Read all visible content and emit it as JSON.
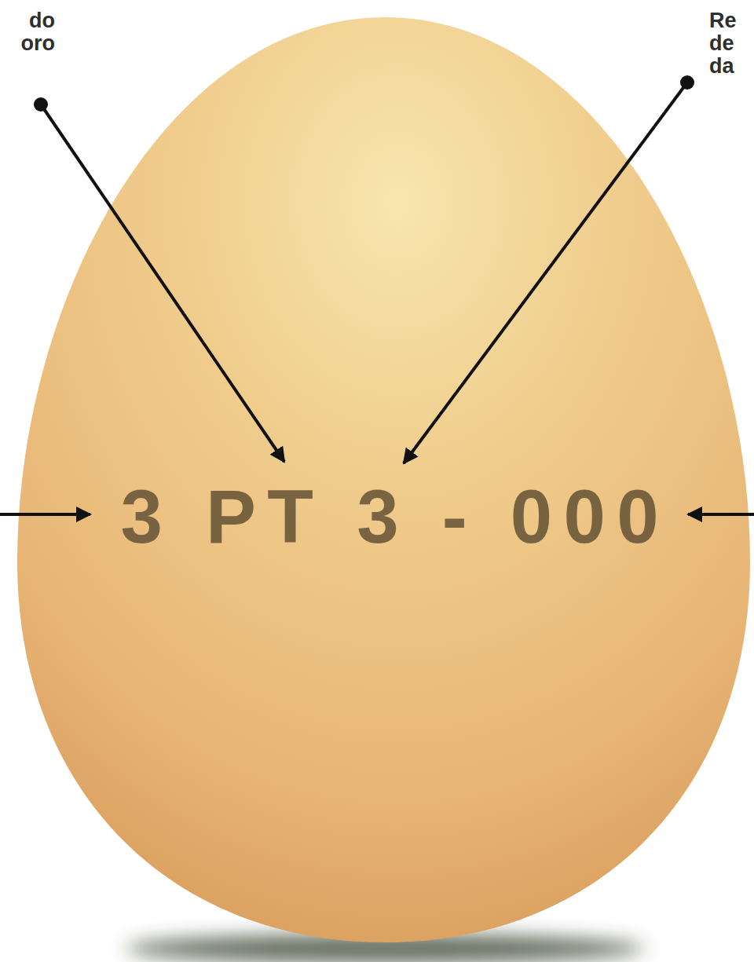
{
  "diagram": {
    "labels": [
      "do oro",
      "Re de da",
      "3 PT 3 - 000"
    ]
  }
}
